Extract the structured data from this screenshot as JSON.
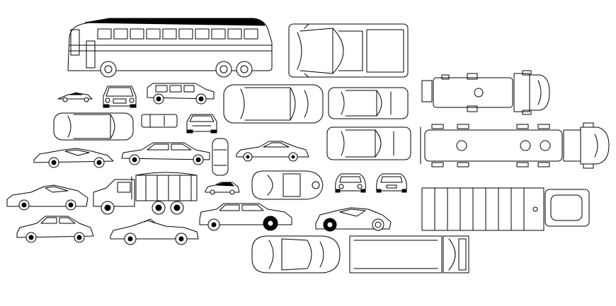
{
  "sheet": {
    "background": "#ffffff",
    "line_color": "#000000",
    "blocks": [
      {
        "name": "bus-side-view",
        "view": "side"
      },
      {
        "name": "pickup-top-view",
        "view": "top"
      },
      {
        "name": "tanker-truck-top-view",
        "view": "top"
      },
      {
        "name": "tanker-trailer-top-view",
        "view": "top"
      },
      {
        "name": "sports-car-side-view-small",
        "view": "side"
      },
      {
        "name": "hatchback-front-view",
        "view": "front"
      },
      {
        "name": "suv-side-view",
        "view": "side"
      },
      {
        "name": "sedan-top-view-1",
        "view": "top"
      },
      {
        "name": "sedan-top-view-2",
        "view": "top"
      },
      {
        "name": "sedan-top-view-3",
        "view": "top"
      },
      {
        "name": "van-top-view-small",
        "view": "top"
      },
      {
        "name": "car-front-view-small",
        "view": "front"
      },
      {
        "name": "coupe-side-view",
        "view": "side"
      },
      {
        "name": "sedan-side-view-1",
        "view": "side"
      },
      {
        "name": "compact-car-top-view",
        "view": "top"
      },
      {
        "name": "porsche-side-view",
        "view": "side"
      },
      {
        "name": "sports-car-top-view",
        "view": "top"
      },
      {
        "name": "beetle-front-view",
        "view": "front"
      },
      {
        "name": "beetle-rear-view",
        "view": "rear"
      },
      {
        "name": "corvette-side-view",
        "view": "side"
      },
      {
        "name": "army-truck-side-view",
        "view": "side"
      },
      {
        "name": "small-car-side-view",
        "view": "side"
      },
      {
        "name": "limousine-side-view",
        "view": "side"
      },
      {
        "name": "lamborghini-side-view",
        "view": "side"
      },
      {
        "name": "box-trailer-top-view",
        "view": "top"
      },
      {
        "name": "hatchback-side-view",
        "view": "side"
      },
      {
        "name": "convertible-side-view",
        "view": "side"
      },
      {
        "name": "sports-car-top-view-large",
        "view": "top"
      },
      {
        "name": "flatbed-truck-top-view",
        "view": "top"
      }
    ]
  }
}
